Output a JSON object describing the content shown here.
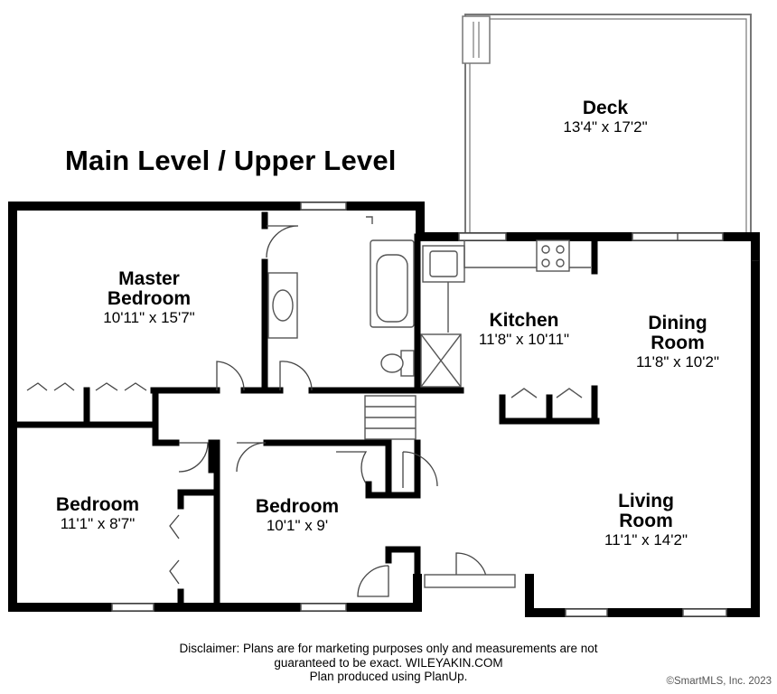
{
  "title": "Main Level / Upper Level",
  "rooms": {
    "deck": {
      "name": "Deck",
      "dim": "13'4\" x 17'2\""
    },
    "master": {
      "name1": "Master",
      "name2": "Bedroom",
      "dim": "10'11\" x 15'7\""
    },
    "kitchen": {
      "name": "Kitchen",
      "dim": "11'8\" x 10'11\""
    },
    "dining": {
      "name1": "Dining",
      "name2": "Room",
      "dim": "11'8\" x 10'2\""
    },
    "bedroom1": {
      "name": "Bedroom",
      "dim": "11'1\" x 8'7\""
    },
    "bedroom2": {
      "name": "Bedroom",
      "dim": "10'1\" x 9'"
    },
    "living": {
      "name1": "Living",
      "name2": "Room",
      "dim": "11'1\" x 14'2\""
    }
  },
  "disclaimer": {
    "line1": "Disclaimer: Plans are for marketing purposes only and measurements are not",
    "line2": "guaranteed to be exact. WILEYAKIN.COM",
    "line3": "Plan produced using PlanUp."
  },
  "copyright": "©SmartMLS, Inc.  2023"
}
